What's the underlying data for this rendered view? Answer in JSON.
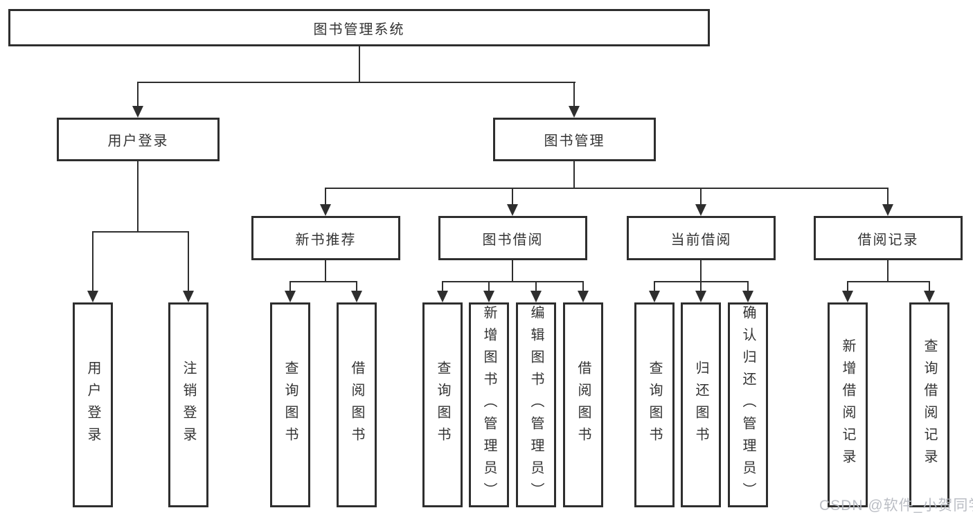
{
  "tree": {
    "label": "图书管理系统",
    "children": [
      {
        "label": "用户登录",
        "children": [
          {
            "label": "用户登录"
          },
          {
            "label": "注销登录"
          }
        ]
      },
      {
        "label": "图书管理",
        "children": [
          {
            "label": "新书推荐",
            "children": [
              {
                "label": "查询图书"
              },
              {
                "label": "借阅图书"
              }
            ]
          },
          {
            "label": "图书借阅",
            "children": [
              {
                "label": "查询图书"
              },
              {
                "label": "新增图书（管理员）"
              },
              {
                "label": "编辑图书（管理员）"
              },
              {
                "label": "借阅图书"
              }
            ]
          },
          {
            "label": "当前借阅",
            "children": [
              {
                "label": "查询图书"
              },
              {
                "label": "归还图书"
              },
              {
                "label": "确认归还（管理员）"
              }
            ]
          },
          {
            "label": "借阅记录",
            "children": [
              {
                "label": "新增借阅记录"
              },
              {
                "label": "查询借阅记录"
              }
            ]
          }
        ]
      }
    ]
  },
  "watermark": {
    "text": "CSDN @软件_小贺同学"
  },
  "colors": {
    "line": "#2e2e2e",
    "box_border": "#2e2e2e",
    "text": "#333333",
    "watermark": "#b5b8bf",
    "background": "#ffffff"
  }
}
